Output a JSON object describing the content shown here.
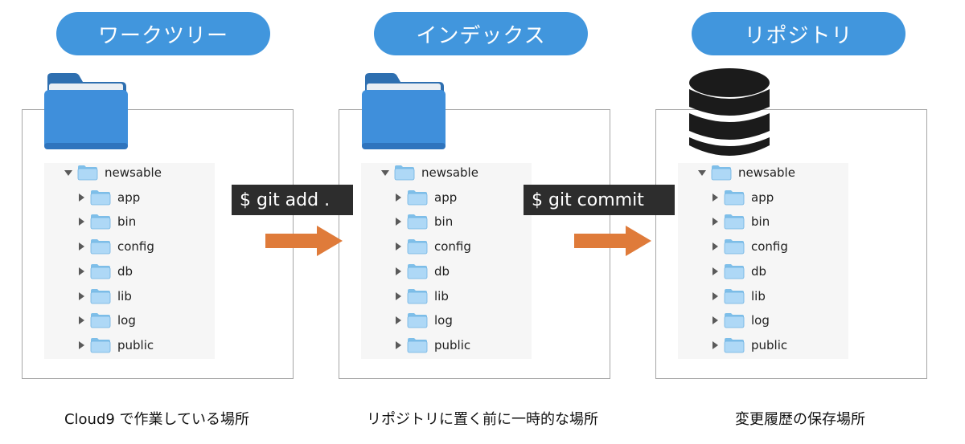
{
  "stages": [
    {
      "title": "ワークツリー",
      "icon": "folder-icon",
      "caption": "Cloud9 で作業している場所",
      "tree": {
        "root": "newsable",
        "children": [
          "app",
          "bin",
          "config",
          "db",
          "lib",
          "log",
          "public"
        ]
      }
    },
    {
      "title": "インデックス",
      "icon": "folder-icon",
      "caption": "リポジトリに置く前に一時的な場所",
      "tree": {
        "root": "newsable",
        "children": [
          "app",
          "bin",
          "config",
          "db",
          "lib",
          "log",
          "public"
        ]
      }
    },
    {
      "title": "リポジトリ",
      "icon": "database-icon",
      "caption": "変更履歴の保存場所",
      "tree": {
        "root": "newsable",
        "children": [
          "app",
          "bin",
          "config",
          "db",
          "lib",
          "log",
          "public"
        ]
      }
    }
  ],
  "commands": [
    "$ git add .",
    "$ git commit"
  ],
  "colors": {
    "pill": "#4196dd",
    "folder_large": "#3f8fdb",
    "folder_tab": "#2e6fb0",
    "folder_small": "#aed8f6",
    "arrow": "#df7b3a",
    "command_bg": "#2d2d2d",
    "database": "#1b1b1b"
  }
}
